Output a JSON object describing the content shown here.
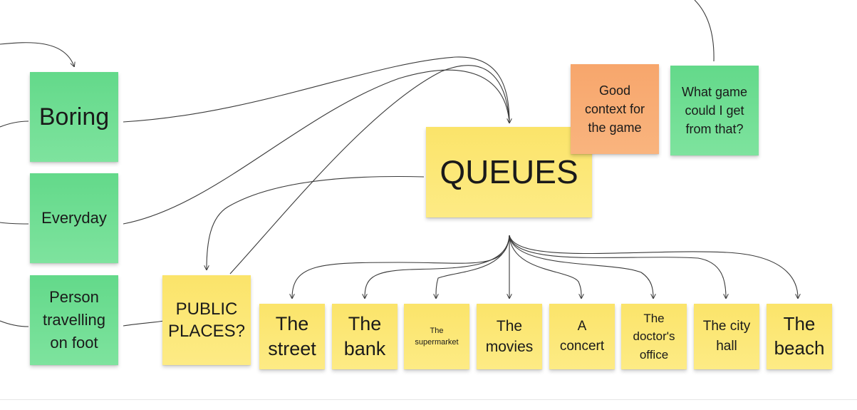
{
  "colors": {
    "green": "#6fdd92",
    "yellow": "#fce878",
    "orange": "#f8ac74",
    "connector": "#3a3a3a"
  },
  "board": {
    "notes": {
      "boring": "Boring",
      "everyday": "Everyday",
      "person_travelling": "Person\ntravelling\non foot",
      "public_places": "PUBLIC\nPLACES?",
      "queues": "QUEUES",
      "good_context": "Good\ncontext for\nthe game",
      "what_game": "What game\ncould I get\nfrom that?",
      "the_street": "The\nstreet",
      "the_bank": "The\nbank",
      "the_supermarket": "The\nsupermarket",
      "the_movies": "The\nmovies",
      "a_concert": "A\nconcert",
      "doctors_office": "The\ndoctor's\noffice",
      "city_hall": "The city\nhall",
      "the_beach": "The\nbeach"
    }
  }
}
